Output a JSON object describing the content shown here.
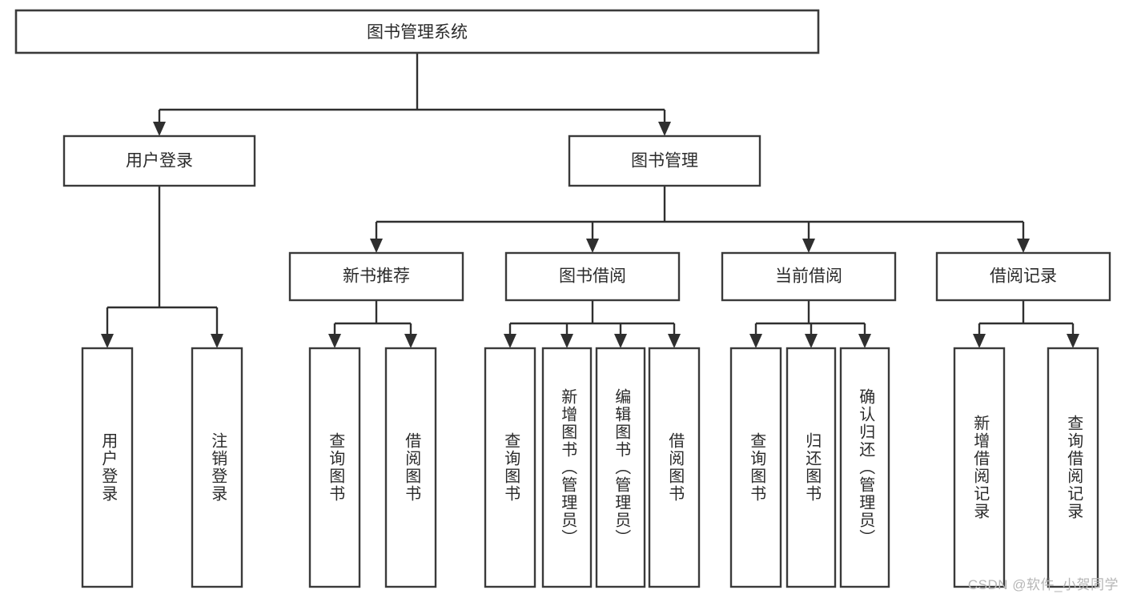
{
  "diagram": {
    "title": "图书管理系统",
    "type": "tree-hierarchy",
    "watermark": "CSDN @软件_小贺同学",
    "colors": {
      "stroke": "#3a3a3a",
      "fill": "#ffffff",
      "text": "#2b2b2b",
      "watermark": "#b6b6b6"
    },
    "levels": {
      "level0": [
        {
          "id": "root",
          "label": "图书管理系统"
        }
      ],
      "level1": [
        {
          "id": "user-login",
          "label": "用户登录"
        },
        {
          "id": "book-management",
          "label": "图书管理"
        }
      ],
      "level2": [
        {
          "id": "new-book-recommend",
          "label": "新书推荐"
        },
        {
          "id": "book-borrow",
          "label": "图书借阅"
        },
        {
          "id": "current-borrow",
          "label": "当前借阅"
        },
        {
          "id": "borrow-record",
          "label": "借阅记录"
        }
      ],
      "level3": [
        {
          "id": "leaf-user-login",
          "label": "用户登录",
          "parent": "user-login"
        },
        {
          "id": "leaf-logout-login",
          "label": "注销登录",
          "parent": "user-login"
        },
        {
          "id": "leaf-query-book-1",
          "label": "查询图书",
          "parent": "new-book-recommend"
        },
        {
          "id": "leaf-borrow-book-1",
          "label": "借阅图书",
          "parent": "new-book-recommend"
        },
        {
          "id": "leaf-query-book-2",
          "label": "查询图书",
          "parent": "book-borrow"
        },
        {
          "id": "leaf-add-book",
          "label": "新增图书（管理员）",
          "parent": "book-borrow"
        },
        {
          "id": "leaf-edit-book",
          "label": "编辑图书（管理员）",
          "parent": "book-borrow"
        },
        {
          "id": "leaf-borrow-book-2",
          "label": "借阅图书",
          "parent": "book-borrow"
        },
        {
          "id": "leaf-query-book-3",
          "label": "查询图书",
          "parent": "current-borrow"
        },
        {
          "id": "leaf-return-book",
          "label": "归还图书",
          "parent": "current-borrow"
        },
        {
          "id": "leaf-confirm-return",
          "label": "确认归还（管理员）",
          "parent": "current-borrow"
        },
        {
          "id": "leaf-add-record",
          "label": "新增借阅记录",
          "parent": "borrow-record"
        },
        {
          "id": "leaf-query-record",
          "label": "查询借阅记录",
          "parent": "borrow-record"
        }
      ]
    }
  }
}
